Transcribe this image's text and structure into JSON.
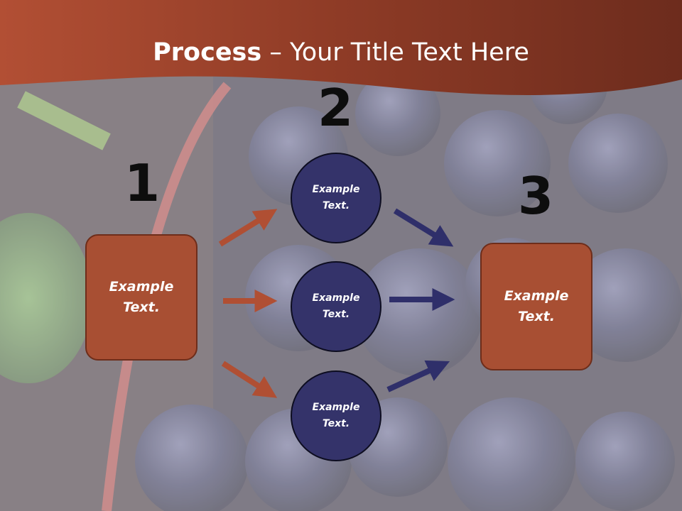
{
  "slide": {
    "title_bold": "Process",
    "title_rest": " – Your Title Text Here",
    "steps": [
      {
        "number": "1",
        "label": "Example\nText."
      },
      {
        "number": "2",
        "label": "Example\nText."
      },
      {
        "number": "3",
        "label": "Example\nText."
      }
    ],
    "circles": [
      {
        "label": "Example\nText."
      },
      {
        "label": "Example\nText."
      },
      {
        "label": "Example\nText."
      }
    ]
  },
  "colors": {
    "header": "#9b432c",
    "box": "#a84f33",
    "circle": "#34336a",
    "arrow_orange": "#b04f33",
    "arrow_navy": "#2f2f6a"
  }
}
